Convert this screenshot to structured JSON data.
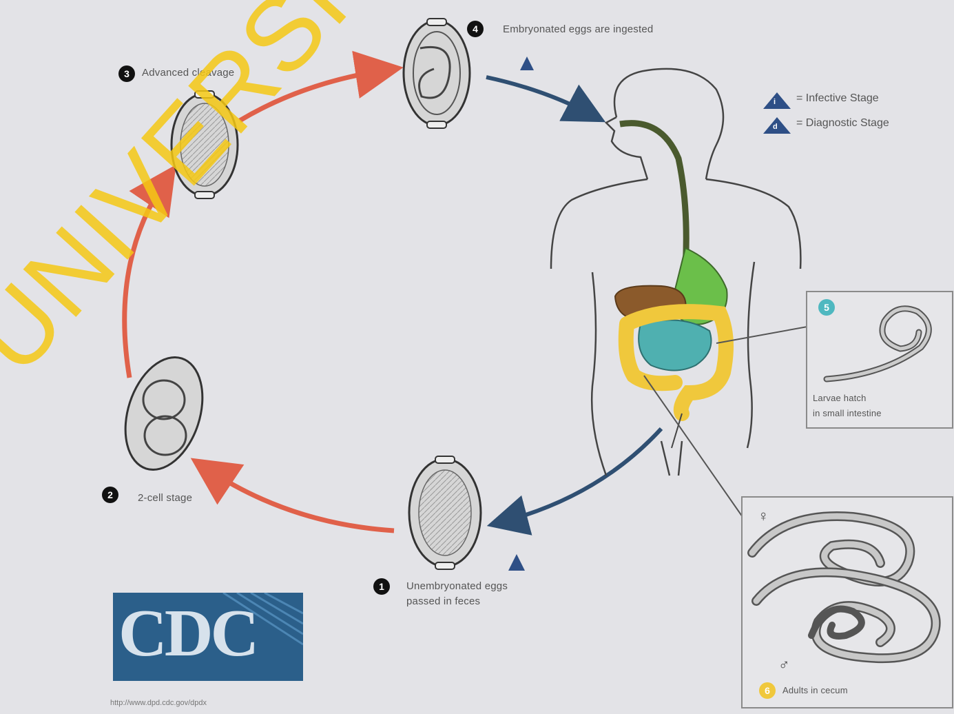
{
  "steps": [
    {
      "num": "1",
      "label_line1": "Unembryonated eggs",
      "label_line2": "passed in feces"
    },
    {
      "num": "2",
      "label_line1": "2-cell stage"
    },
    {
      "num": "3",
      "label_line1": "Advanced cleavage"
    },
    {
      "num": "4",
      "label_line1": "Embryonated eggs are ingested"
    }
  ],
  "legend": {
    "infective": {
      "sym": "i",
      "text": "= Infective Stage"
    },
    "diagnostic": {
      "sym": "d",
      "text": "= Diagnostic Stage"
    }
  },
  "boxes": {
    "larvae": {
      "num": "5",
      "line1": "Larvae hatch",
      "line2": "in small intestine"
    },
    "adults": {
      "num": "6",
      "caption": "Adults in cecum",
      "female": "♀",
      "male": "♂"
    }
  },
  "logo": {
    "text": "CDC",
    "url": "http://www.dpd.cdc.gov/dpdx"
  },
  "watermark": "UNIVERSITY OF IBADAN",
  "colors": {
    "arrow_red": "#e0614a",
    "arrow_blue": "#2f4f72",
    "triangle": "#2e4f86",
    "liver": "#8b5a2b",
    "stomach": "#6bbf4a",
    "small_intestine": "#4fb0b0",
    "large_intestine": "#f0c83c",
    "watermark": "#f4c814"
  }
}
